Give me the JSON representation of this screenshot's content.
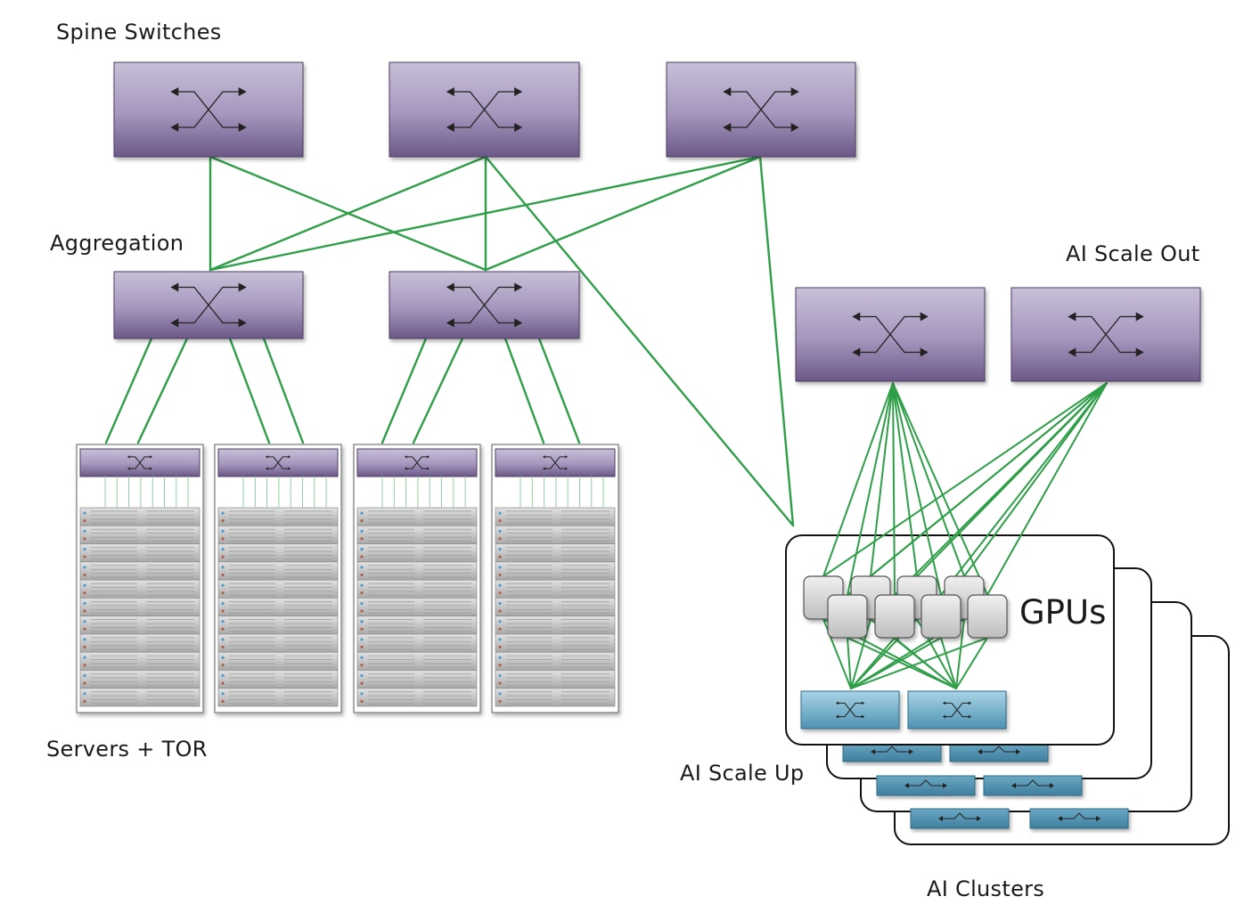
{
  "diagram": {
    "title": "AI data center network topology",
    "labels": {
      "spine": "Spine Switches",
      "aggregation": "Aggregation",
      "servers": "Servers + TOR",
      "scale_out": "AI Scale Out",
      "scale_up": "AI Scale Up",
      "clusters": "AI Clusters",
      "gpus": "GPUs"
    },
    "colors": {
      "switch_purple_top": "#c6bcd6",
      "switch_purple_bottom": "#6f5b8c",
      "scale_up_blue_top": "#a3d0e3",
      "scale_up_blue_bottom": "#4e93b1",
      "link_green": "#2f9e48",
      "tor_link_green": "#8fd0a4",
      "gpu_grey": "#d6d6d6",
      "server_grey": "#c8c8c8"
    },
    "spine_switches": [
      {
        "id": "spine-1",
        "icon": "switch-crossover-icon"
      },
      {
        "id": "spine-2",
        "icon": "switch-crossover-icon"
      },
      {
        "id": "spine-3",
        "icon": "switch-crossover-icon"
      }
    ],
    "aggregation_switches": [
      {
        "id": "agg-1",
        "icon": "switch-crossover-icon"
      },
      {
        "id": "agg-2",
        "icon": "switch-crossover-icon"
      }
    ],
    "scale_out_switches": [
      {
        "id": "scaleout-1",
        "icon": "switch-crossover-icon"
      },
      {
        "id": "scaleout-2",
        "icon": "switch-crossover-icon"
      }
    ],
    "racks": [
      {
        "id": "rack-1",
        "tor": "switch-crossover-icon",
        "servers": 11,
        "tor_links": 8,
        "uplink_agg": "agg-1"
      },
      {
        "id": "rack-2",
        "tor": "switch-crossover-icon",
        "servers": 11,
        "tor_links": 8,
        "uplink_agg": "agg-1"
      },
      {
        "id": "rack-3",
        "tor": "switch-crossover-icon",
        "servers": 11,
        "tor_links": 8,
        "uplink_agg": "agg-2"
      },
      {
        "id": "rack-4",
        "tor": "switch-crossover-icon",
        "servers": 11,
        "tor_links": 8,
        "uplink_agg": "agg-2"
      }
    ],
    "ai_clusters": {
      "count": 4,
      "gpus_per_cluster": 8,
      "scale_up_switches_per_cluster": 2
    },
    "links": [
      {
        "from": "spine-1",
        "to": "agg-1"
      },
      {
        "from": "spine-1",
        "to": "agg-2"
      },
      {
        "from": "spine-2",
        "to": "agg-1"
      },
      {
        "from": "spine-2",
        "to": "agg-2"
      },
      {
        "from": "spine-2",
        "to": "ai-cluster-1"
      },
      {
        "from": "spine-3",
        "to": "agg-1"
      },
      {
        "from": "spine-3",
        "to": "agg-2"
      },
      {
        "from": "spine-3",
        "to": "ai-cluster-1"
      }
    ]
  }
}
